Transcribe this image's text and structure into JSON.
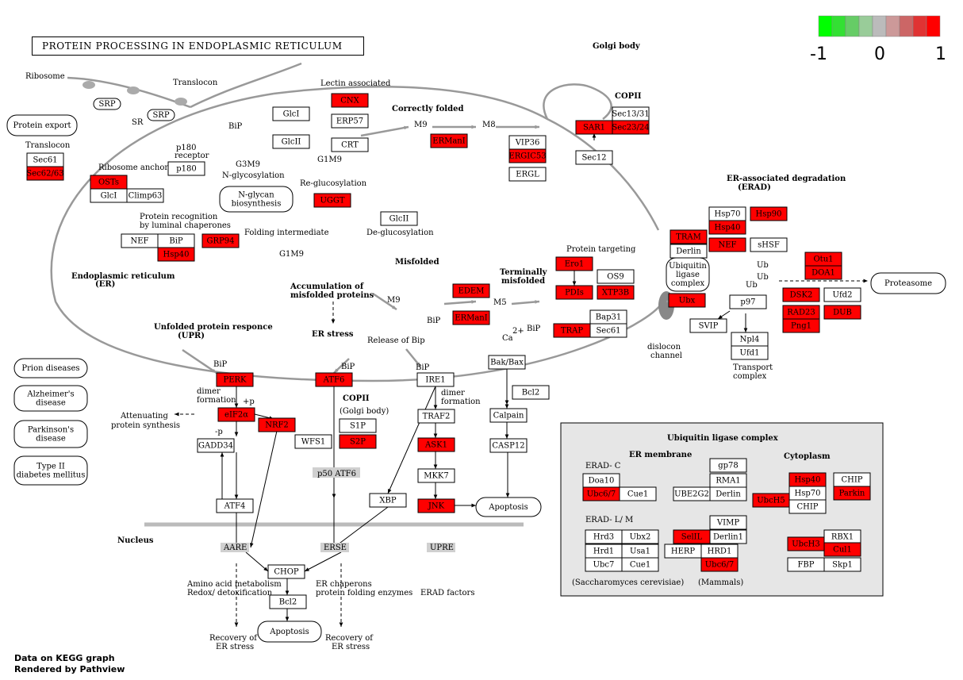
{
  "title": "PROTEIN PROCESSING IN ENDOPLASMIC RETICULUM",
  "footer": {
    "line1": "Data on KEGG graph",
    "line2": "Rendered by Pathview"
  },
  "legend": {
    "colors": [
      "#00ff00",
      "#33e033",
      "#66cc66",
      "#99cc99",
      "#bbbbbb",
      "#cc9999",
      "#cc6666",
      "#e03333",
      "#ff0000"
    ],
    "labels": [
      "-1",
      "0",
      "1"
    ]
  },
  "genes": [
    {
      "name": "Sec61",
      "red": false
    },
    {
      "name": "Sec62/63",
      "red": true
    },
    {
      "name": "p180",
      "red": false
    },
    {
      "name": "OSTs",
      "red": true
    },
    {
      "name": "GlcI",
      "red": false
    },
    {
      "name": "Climp63",
      "red": false
    },
    {
      "name": "CNX",
      "red": true
    },
    {
      "name": "GlcI",
      "red": false
    },
    {
      "name": "ERP57",
      "red": false
    },
    {
      "name": "GlcII",
      "red": false
    },
    {
      "name": "CRT",
      "red": false
    },
    {
      "name": "ERManI",
      "red": true
    },
    {
      "name": "VIP36",
      "red": false
    },
    {
      "name": "ERGIC53",
      "red": true
    },
    {
      "name": "ERGL",
      "red": false
    },
    {
      "name": "Sec13/31",
      "red": false
    },
    {
      "name": "SAR1",
      "red": true
    },
    {
      "name": "Sec23/24",
      "red": true
    },
    {
      "name": "Sec12",
      "red": false
    },
    {
      "name": "UGGT",
      "red": true
    },
    {
      "name": "GlcII",
      "red": false
    },
    {
      "name": "NEF",
      "red": false
    },
    {
      "name": "BiP",
      "red": false
    },
    {
      "name": "GRP94",
      "red": true
    },
    {
      "name": "Hsp40",
      "red": true
    },
    {
      "name": "EDEM",
      "red": true
    },
    {
      "name": "ERManI",
      "red": true
    },
    {
      "name": "Ero1",
      "red": true
    },
    {
      "name": "OS9",
      "red": false
    },
    {
      "name": "PDIs",
      "red": true
    },
    {
      "name": "XTP3B",
      "red": true
    },
    {
      "name": "Bap31",
      "red": false
    },
    {
      "name": "TRAP",
      "red": true
    },
    {
      "name": "Sec61",
      "red": false
    },
    {
      "name": "Hsp70",
      "red": false
    },
    {
      "name": "Hsp90",
      "red": true
    },
    {
      "name": "Hsp40",
      "red": true
    },
    {
      "name": "TRAM",
      "red": true
    },
    {
      "name": "Derlin",
      "red": false
    },
    {
      "name": "NEF",
      "red": true
    },
    {
      "name": "sHSF",
      "red": false
    },
    {
      "name": "Ubx",
      "red": true
    },
    {
      "name": "p97",
      "red": false
    },
    {
      "name": "SVIP",
      "red": false
    },
    {
      "name": "Npl4",
      "red": false
    },
    {
      "name": "Ufd1",
      "red": false
    },
    {
      "name": "Otu1",
      "red": true
    },
    {
      "name": "DOA1",
      "red": true
    },
    {
      "name": "DSK2",
      "red": true
    },
    {
      "name": "Ufd2",
      "red": false
    },
    {
      "name": "RAD23",
      "red": true
    },
    {
      "name": "Png1",
      "red": true
    },
    {
      "name": "DUB",
      "red": true
    },
    {
      "name": "PERK",
      "red": true
    },
    {
      "name": "ATF6",
      "red": true
    },
    {
      "name": "IRE1",
      "red": false
    },
    {
      "name": "eIF2α",
      "red": true
    },
    {
      "name": "NRF2",
      "red": true
    },
    {
      "name": "GADD34",
      "red": false
    },
    {
      "name": "ATF4",
      "red": false
    },
    {
      "name": "WFS1",
      "red": false
    },
    {
      "name": "S1P",
      "red": false
    },
    {
      "name": "S2P",
      "red": true
    },
    {
      "name": "TRAF2",
      "red": false
    },
    {
      "name": "ASK1",
      "red": true
    },
    {
      "name": "MKK7",
      "red": false
    },
    {
      "name": "JNK",
      "red": true
    },
    {
      "name": "XBP",
      "red": false
    },
    {
      "name": "Bak/Bax",
      "red": false
    },
    {
      "name": "Bcl2",
      "red": false
    },
    {
      "name": "Calpain",
      "red": false
    },
    {
      "name": "CASP12",
      "red": false
    },
    {
      "name": "CHOP",
      "red": false
    },
    {
      "name": "Bcl2",
      "red": false
    },
    {
      "name": "Doa10",
      "red": false
    },
    {
      "name": "Ubc6/7",
      "red": true
    },
    {
      "name": "Cue1",
      "red": false
    },
    {
      "name": "gp78",
      "red": false
    },
    {
      "name": "RMA1",
      "red": false
    },
    {
      "name": "UBE2G2",
      "red": false
    },
    {
      "name": "Derlin",
      "red": false
    },
    {
      "name": "Hsp40",
      "red": true
    },
    {
      "name": "CHIP",
      "red": false
    },
    {
      "name": "UbcH5",
      "red": true
    },
    {
      "name": "Hsp70",
      "red": false
    },
    {
      "name": "Parkin",
      "red": true
    },
    {
      "name": "CHIP",
      "red": false
    },
    {
      "name": "Hrd3",
      "red": false
    },
    {
      "name": "Ubx2",
      "red": false
    },
    {
      "name": "Hrd1",
      "red": false
    },
    {
      "name": "Usa1",
      "red": false
    },
    {
      "name": "Ubc7",
      "red": false
    },
    {
      "name": "Cue1",
      "red": false
    },
    {
      "name": "VIMP",
      "red": false
    },
    {
      "name": "SelIL",
      "red": true
    },
    {
      "name": "Derlin1",
      "red": false
    },
    {
      "name": "HERP",
      "red": false
    },
    {
      "name": "HRD1",
      "red": false
    },
    {
      "name": "Ubc6/7",
      "red": true
    },
    {
      "name": "RBX1",
      "red": false
    },
    {
      "name": "UbcH3",
      "red": true
    },
    {
      "name": "Cul1",
      "red": true
    },
    {
      "name": "FBP",
      "red": false
    },
    {
      "name": "Skp1",
      "red": false
    }
  ],
  "labels": [
    "Ribosome",
    "Translocon",
    "Lectin associated",
    "Correctly folded",
    "Golgi body",
    "COPII",
    "Translocon",
    "Ribosome anchor",
    "p180",
    "receptor",
    "G3M9",
    "N-glycosylation",
    "G1M9",
    "BiP",
    "M9",
    "M8",
    "Re-glucosylation",
    "De-glucosylation",
    "Folding intermediate",
    "G1M9",
    "Protein recognition",
    "by luminal chaperones",
    "Misfolded",
    "Protein targeting",
    "ER-associated degradation",
    "(ERAD)",
    "Endoplasmic reticulum",
    "(ER)",
    "Accumulation of",
    "misfolded proteins",
    "Terminally",
    "misfolded",
    "M9",
    "M5",
    "BiP",
    "BiP",
    "Ca",
    "2+",
    "Unfolded protein responce",
    "(UPR)",
    "ER stress",
    "Release of Bip",
    "BiP",
    "BiP",
    "BiP",
    "dimer",
    "formation",
    "+p",
    "-p",
    "Attenuating",
    "protein synthesis",
    "COPII",
    "(Golgi body)",
    "p50 ATF6",
    "dimer",
    "formation",
    "dislocon",
    "channel",
    "Transport",
    "complex",
    "Nucleus",
    "AARE",
    "ERSE",
    "UPRE",
    "Amino acid  metabolism",
    "Redox/ detoxification",
    "ER chaperons",
    "protein folding enzymes",
    "ERAD factors",
    "Recovery of",
    "ER stress",
    "Recovery of",
    "ER stress",
    "Ubiquitin ligase complex",
    "ER membrane",
    "Cytoplasm",
    "ERAD- C",
    "ERAD- L/ M",
    "(Saccharomyces cerevisiae)",
    "(Mammals)",
    "Ub",
    "Ub",
    "Ub",
    "SR"
  ],
  "ovals": [
    "Protein export",
    "SRP",
    "SRP",
    "N-glycan",
    "biosynthesis",
    "Ubiquitin",
    "ligase",
    "complex",
    "Proteasome",
    "Prion diseases",
    "Alzheimer's",
    "disease",
    "Parkinson's",
    "disease",
    "Type II",
    "diabetes mellitus",
    "Apoptosis",
    "Apoptosis"
  ]
}
